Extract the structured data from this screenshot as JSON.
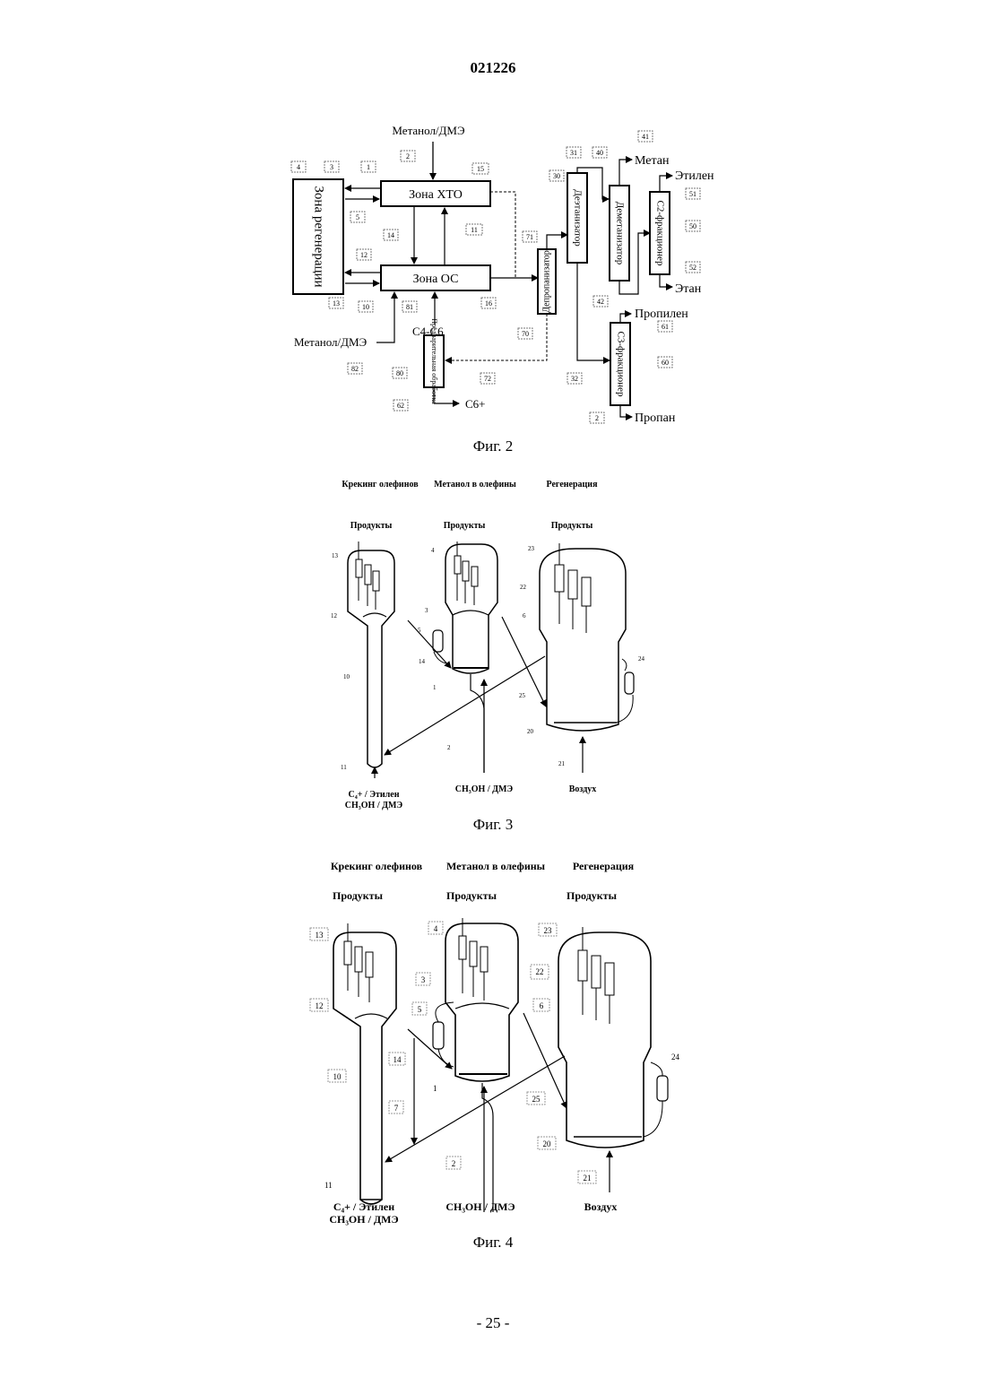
{
  "document_number": "021226",
  "page_number": "- 25 -",
  "fig2": {
    "caption": "Фиг. 2",
    "zone_xto": "Зона ХТО",
    "zone_os": "Зона ОС",
    "zone_regen": "Зона регенерации",
    "deprop": "Депропанизатор",
    "deeth": "Деэтанизатор",
    "demeth": "Деметанизатор",
    "c2frac": "С2-фракционер",
    "c3frac": "С3-фракционер",
    "pretreat": "Предварительная обработка",
    "methanol_top": "Метанол/ДМЭ",
    "methanol_left": "Метанол/ДМЭ",
    "c4c6": "С4-С6",
    "c6plus": "С6+",
    "methane": "Метан",
    "ethylene": "Этилен",
    "ethane": "Этан",
    "propylene": "Пропилен",
    "propane": "Пропан",
    "refs": {
      "r4": "4",
      "r3": "3",
      "r1": "1",
      "r2": "2",
      "r15": "15",
      "r5": "5",
      "r14": "14",
      "r12": "12",
      "r13": "13",
      "r11": "11",
      "r10": "10",
      "r81": "81",
      "r16": "16",
      "r82": "82",
      "r80": "80",
      "r62": "62",
      "r71": "71",
      "r70": "70",
      "r72": "72",
      "r31": "31",
      "r30": "30",
      "r40": "40",
      "r41": "41",
      "r42": "42",
      "r51": "51",
      "r50": "50",
      "r52": "52",
      "r61": "61",
      "r60": "60",
      "r32": "32",
      "rr2": "2"
    }
  },
  "fig3": {
    "caption": "Фиг. 3",
    "h_cracking": "Крекинг олефинов",
    "h_mto": "Метанол в олефины",
    "h_regen": "Регенерация",
    "products": "Продукты",
    "bottom_left_1": "C₄+ / Этилен",
    "bottom_left_2": "CH₃OH / ДМЭ",
    "bottom_mid": "CH₃OH / ДМЭ",
    "bottom_right": "Воздух",
    "refs": {
      "r13": "13",
      "r4": "4",
      "r23": "23",
      "r12": "12",
      "r22": "22",
      "r3": "3",
      "r6": "6",
      "r5": "5",
      "r14": "14",
      "r24": "24",
      "r10": "10",
      "r1": "1",
      "r25": "25",
      "r20": "20",
      "r2": "2",
      "r21": "21",
      "r11": "11"
    }
  },
  "fig4": {
    "caption": "Фиг. 4",
    "h_cracking": "Крекинг олефинов",
    "h_mto": "Метанол в олефины",
    "h_regen": "Регенерация",
    "products": "Продукты",
    "bottom_left_1": "C₄+ / Этилен",
    "bottom_left_2": "CH₃OH / ДМЭ",
    "bottom_mid": "CH₃OH / ДМЭ",
    "bottom_right": "Воздух",
    "refs": {
      "r13": "13",
      "r4": "4",
      "r23": "23",
      "r3": "3",
      "r22": "22",
      "r12": "12",
      "r5": "5",
      "r6": "6",
      "r14": "14",
      "r24": "24",
      "r10": "10",
      "r1": "1",
      "r7": "7",
      "r25": "25",
      "r20": "20",
      "r2": "2",
      "r21": "21",
      "r11": "11"
    }
  }
}
